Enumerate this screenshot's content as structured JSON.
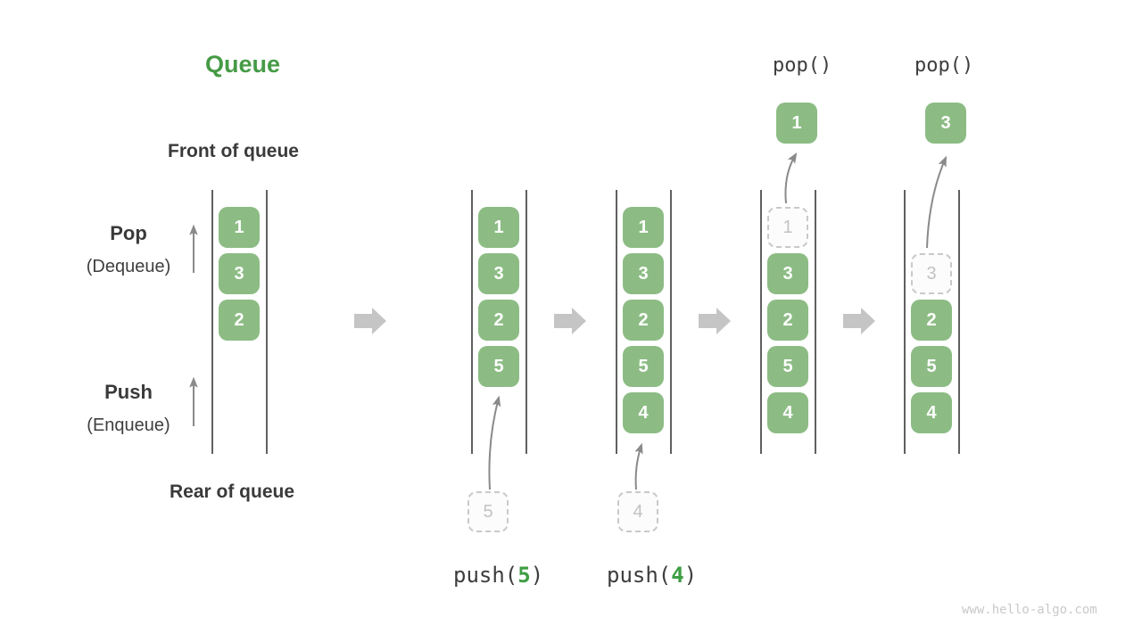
{
  "title": "Queue",
  "watermark": "www.hello-algo.com",
  "labels": {
    "front": "Front of queue",
    "rear": "Rear of queue",
    "pop": "Pop",
    "pop_sub": "(Dequeue)",
    "push": "Push",
    "push_sub": "(Enqueue)"
  },
  "colors": {
    "box_green": "#8cbc84",
    "accent_green": "#469b46",
    "push_arg_green": "#3e9e43",
    "text_dark": "#3b3b3b",
    "wall_gray": "#606060",
    "thin_arrow_gray": "#8a8a8a",
    "block_arrow_gray": "#c5c5c5",
    "ghost_text_gray": "#c2c2c2"
  },
  "operations": {
    "pushes": [
      {
        "pre": "push(",
        "arg": "5",
        "post": ")",
        "staged": "5"
      },
      {
        "pre": "push(",
        "arg": "4",
        "post": ")",
        "staged": "4"
      }
    ],
    "pops": [
      {
        "label": "pop()",
        "value": "1"
      },
      {
        "label": "pop()",
        "value": "3"
      }
    ]
  },
  "queues": [
    {
      "name": "initial",
      "slots": [
        {
          "type": "filled",
          "value": "1"
        },
        {
          "type": "filled",
          "value": "3"
        },
        {
          "type": "filled",
          "value": "2"
        }
      ]
    },
    {
      "name": "after-push-5",
      "slots": [
        {
          "type": "filled",
          "value": "1"
        },
        {
          "type": "filled",
          "value": "3"
        },
        {
          "type": "filled",
          "value": "2"
        },
        {
          "type": "filled",
          "value": "5"
        }
      ]
    },
    {
      "name": "after-push-4",
      "slots": [
        {
          "type": "filled",
          "value": "1"
        },
        {
          "type": "filled",
          "value": "3"
        },
        {
          "type": "filled",
          "value": "2"
        },
        {
          "type": "filled",
          "value": "5"
        },
        {
          "type": "filled",
          "value": "4"
        }
      ]
    },
    {
      "name": "after-pop-1",
      "slots": [
        {
          "type": "ghost",
          "value": "1"
        },
        {
          "type": "filled",
          "value": "3"
        },
        {
          "type": "filled",
          "value": "2"
        },
        {
          "type": "filled",
          "value": "5"
        },
        {
          "type": "filled",
          "value": "4"
        }
      ]
    },
    {
      "name": "after-pop-3",
      "slots": [
        {
          "type": "ghost",
          "value": "3"
        },
        {
          "type": "filled",
          "value": "2"
        },
        {
          "type": "filled",
          "value": "5"
        },
        {
          "type": "filled",
          "value": "4"
        }
      ]
    }
  ]
}
